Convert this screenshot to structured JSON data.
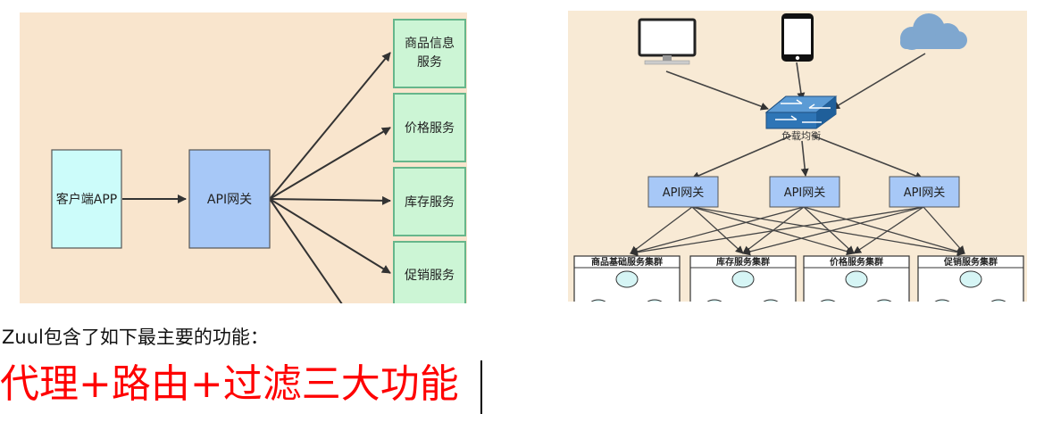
{
  "left_diagram": {
    "client": "客户端APP",
    "gateway": "API网关",
    "services": [
      "商品信息",
      "服务",
      "价格服务",
      "库存服务",
      "促销服务"
    ],
    "colors": {
      "background": "#f9e5cd",
      "client_fill": "#ccfcfa",
      "gateway_fill": "#a7c8f7",
      "service_fill": "#ccf5d5",
      "service_border": "#66b68b"
    }
  },
  "right_diagram": {
    "load_balancer": "负载均衡",
    "gateways": [
      "API网关",
      "API网关",
      "API网关"
    ],
    "clusters": [
      "商品基础服务集群",
      "库存服务集群",
      "价格服务集群",
      "促销服务集群"
    ],
    "icons": [
      "monitor-icon",
      "phone-icon",
      "cloud-icon",
      "router-icon"
    ],
    "colors": {
      "background": "#f8ead5",
      "gateway_fill": "#a7c8f7",
      "node_fill": "#d6f5f5",
      "router_fill": "#2e75b6"
    }
  },
  "text": {
    "intro": "Zuul包含了如下最主要的功能：",
    "highlight": "代理+路由+过滤三大功能",
    "highlight_color": "#ff0000"
  }
}
